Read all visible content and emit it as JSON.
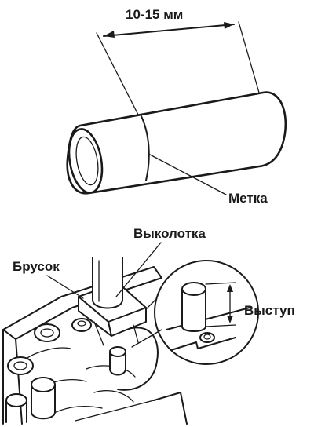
{
  "top_figure": {
    "dimension_label": "10-15 мм",
    "mark_label": "Метка"
  },
  "bottom_figure": {
    "drift_label": "Выколотка",
    "block_label": "Брусок",
    "protrusion_label": "Выступ"
  }
}
